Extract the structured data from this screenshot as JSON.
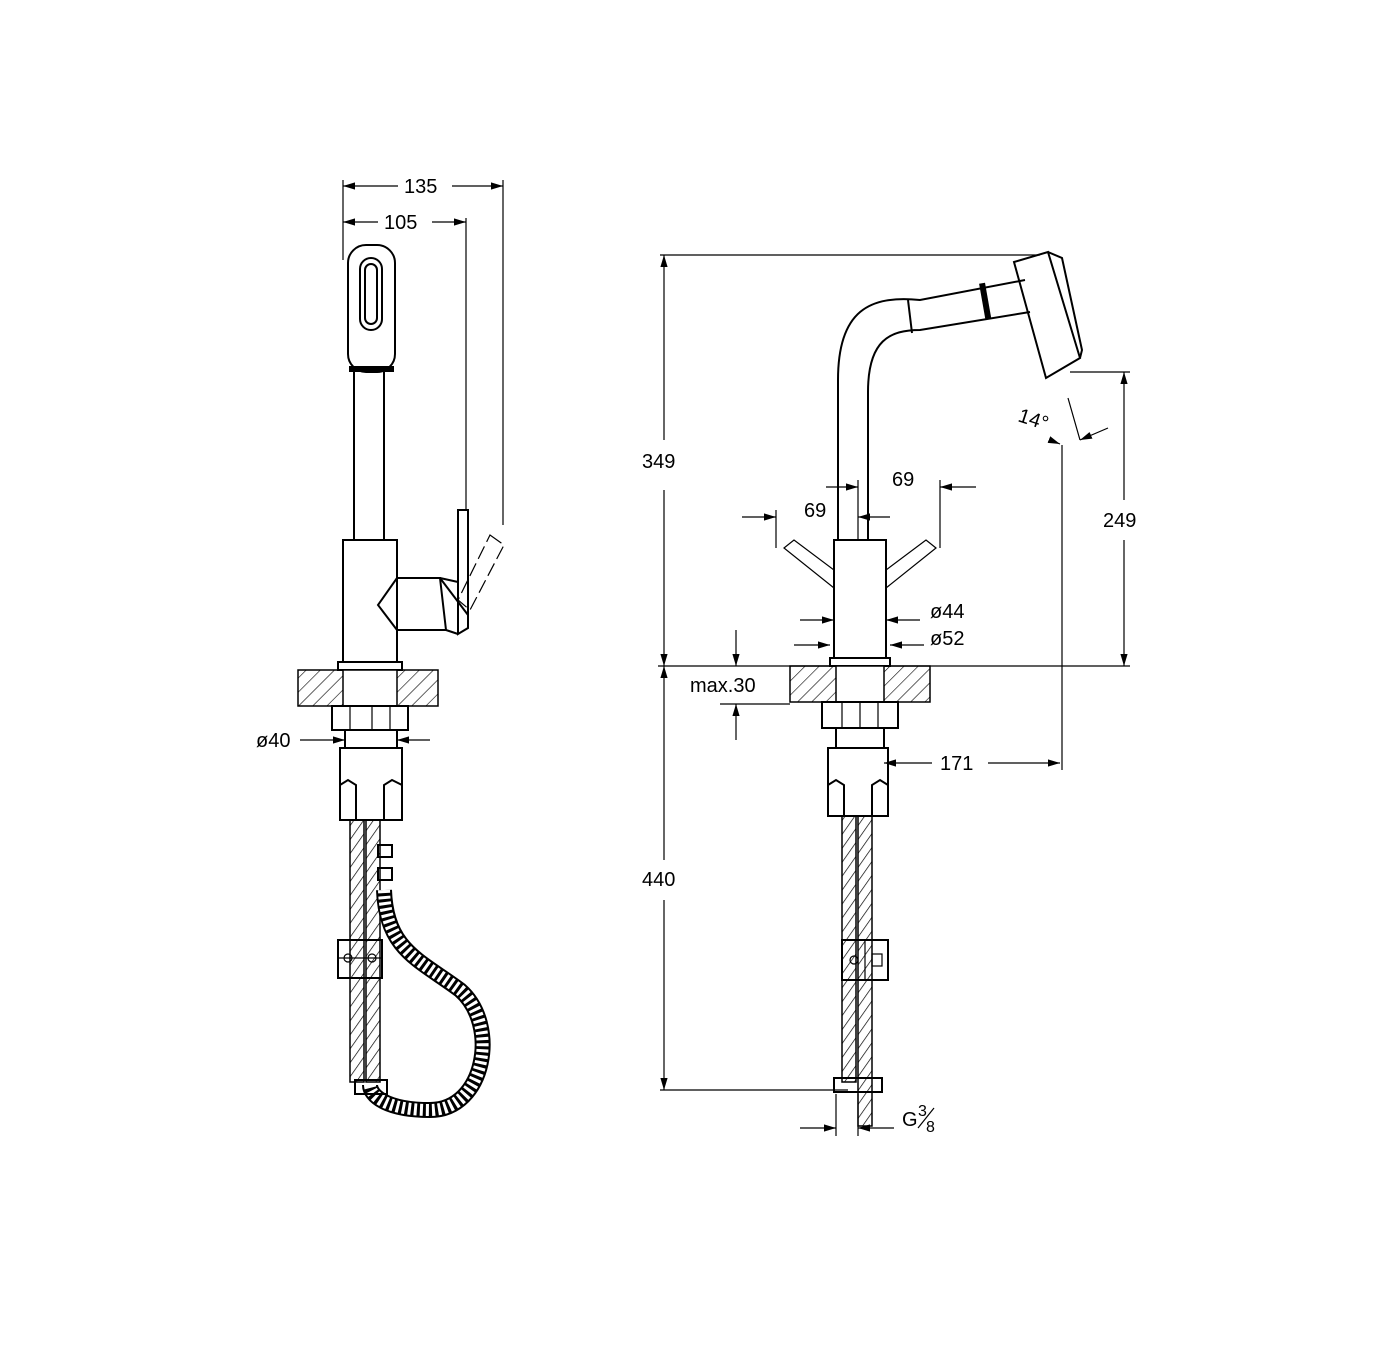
{
  "dimensions": {
    "width_total": "135",
    "width_lever": "105",
    "height_total": "349",
    "height_below": "440",
    "spout_height": "249",
    "lever_left": "69",
    "lever_right": "69",
    "dia_body": "ø44",
    "dia_base": "ø52",
    "dia_shank": "ø40",
    "max_thickness": "max.30",
    "reach": "171",
    "angle": "14°",
    "thread_letter": "G",
    "thread_num": "3",
    "thread_den": "8"
  },
  "colors": {
    "line": "#000000",
    "background": "#ffffff"
  }
}
